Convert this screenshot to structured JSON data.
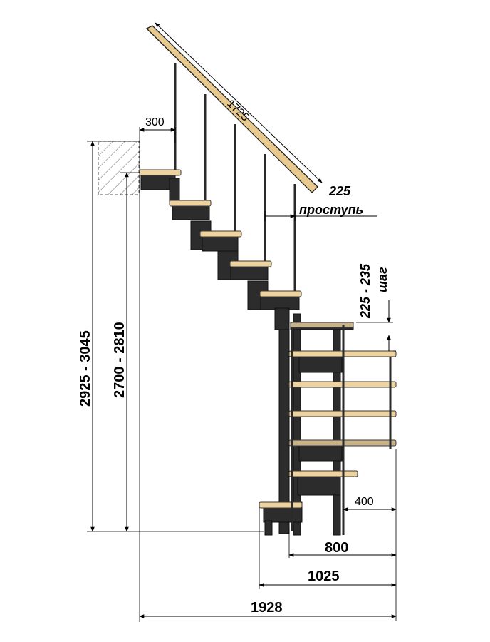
{
  "dimensions": {
    "rail_length": "1725",
    "top_offset": "300",
    "tread_depth_value": "225",
    "tread_depth_label": "проступь",
    "step_height_value": "225 - 235",
    "step_height_label": "шаг",
    "height_total": "2925 - 3045",
    "height_floor": "2700 - 2810",
    "lower_width_small": "400",
    "lower_width_800": "800",
    "lower_width_1025": "1025",
    "overall_length": "1928"
  },
  "colors": {
    "wood": "#efd39e",
    "frame": "#2c2c2c",
    "line": "#000000"
  }
}
